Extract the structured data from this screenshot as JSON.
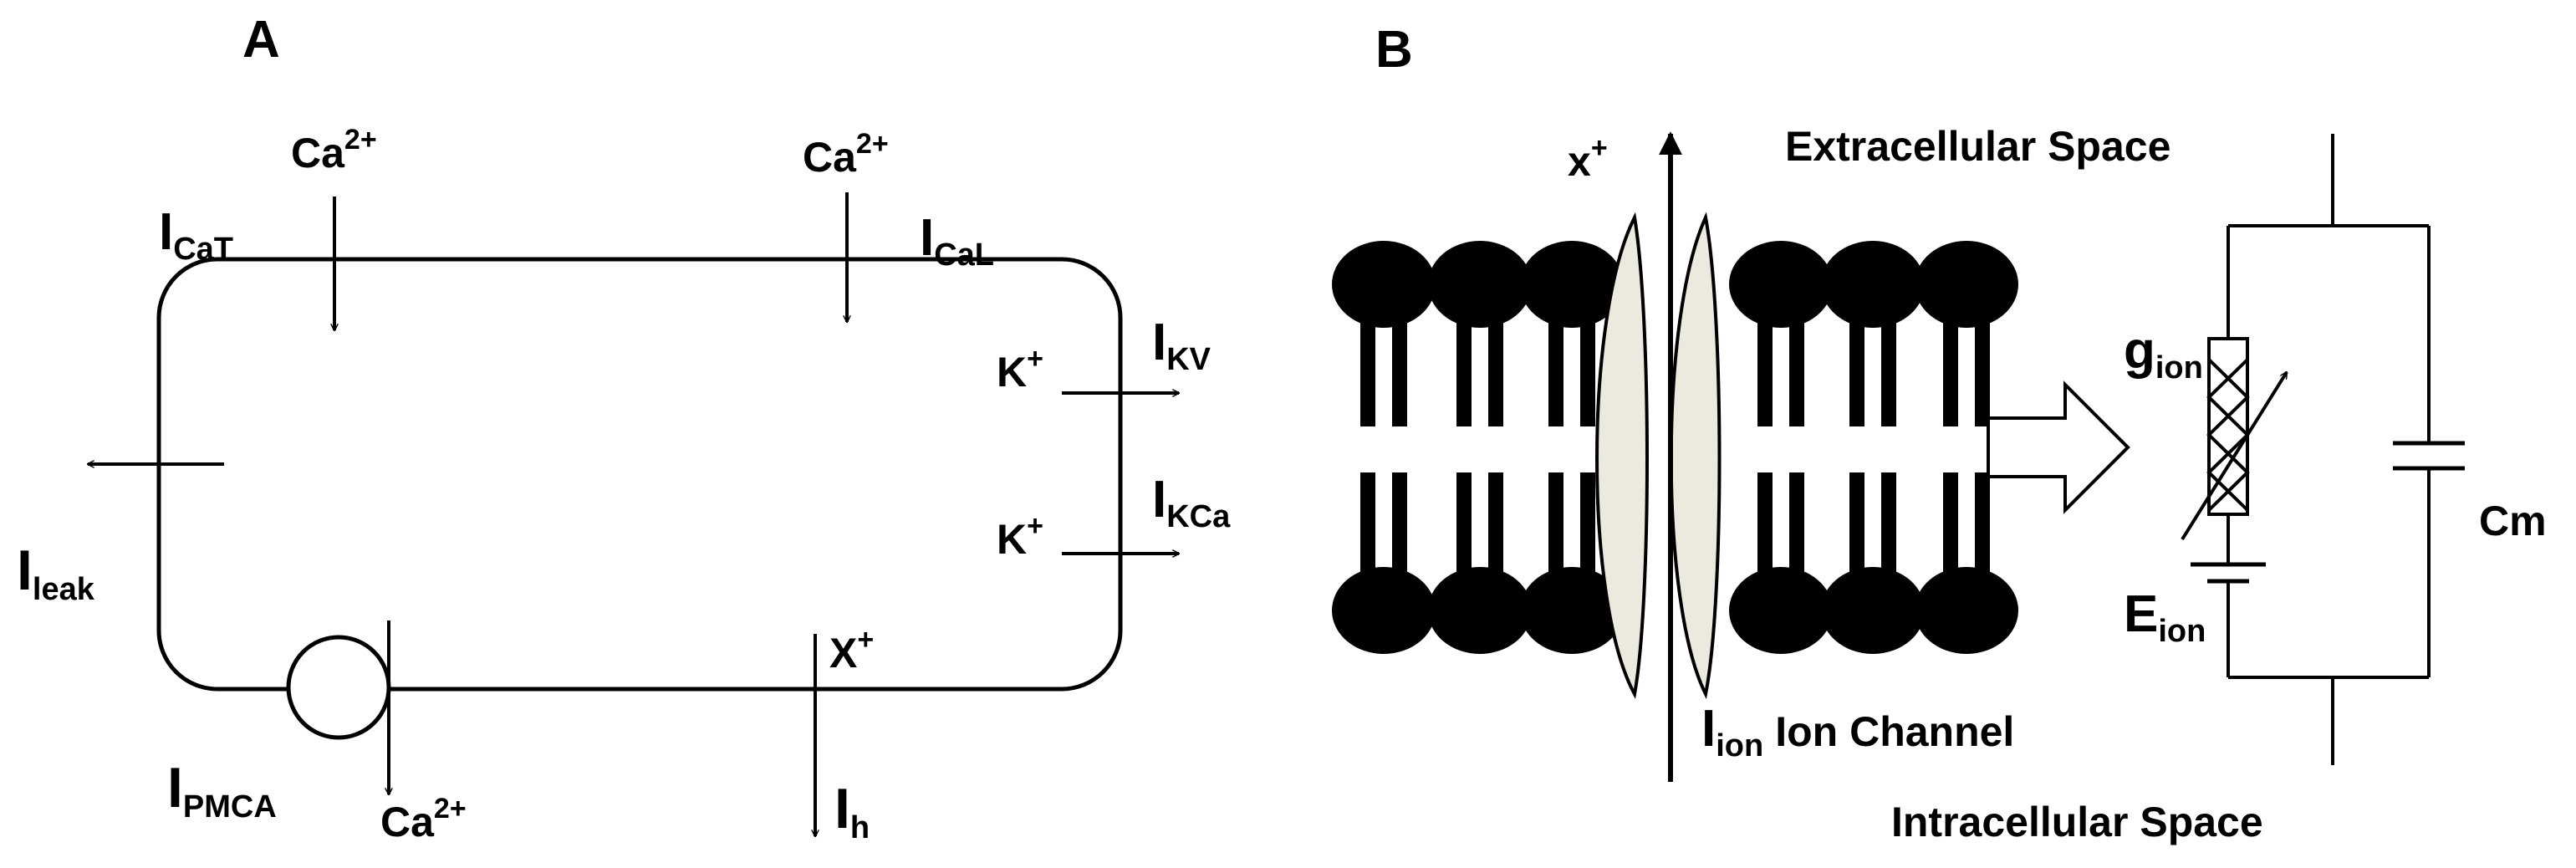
{
  "panels": {
    "a": {
      "letter": "A"
    },
    "b": {
      "letter": "B"
    }
  },
  "panel_a": {
    "ion_ca": "Ca",
    "ion_ca_charge": "2+",
    "ion_k": "K",
    "ion_k_charge": "+",
    "ion_x": "X",
    "ion_x_charge": "+",
    "current_symbol": "I",
    "currents": {
      "cat": "CaT",
      "cal": "CaL",
      "kv": "KV",
      "kca": "KCa",
      "leak": "leak",
      "pmca": "PMCA",
      "h": "h"
    }
  },
  "panel_b": {
    "ion_x": "x",
    "ion_x_charge": "+",
    "extracellular": "Extracellular Space",
    "intracellular": "Intracellular Space",
    "conductance_symbol": "g",
    "reversal_symbol": "E",
    "ion_sub": "ion",
    "channel_current_symbol": "I",
    "channel_label": "Ion Channel",
    "capacitance": "Cm"
  },
  "colors": {
    "ink": "#000000",
    "channel_fill": "#ece9df",
    "background": "#ffffff"
  }
}
